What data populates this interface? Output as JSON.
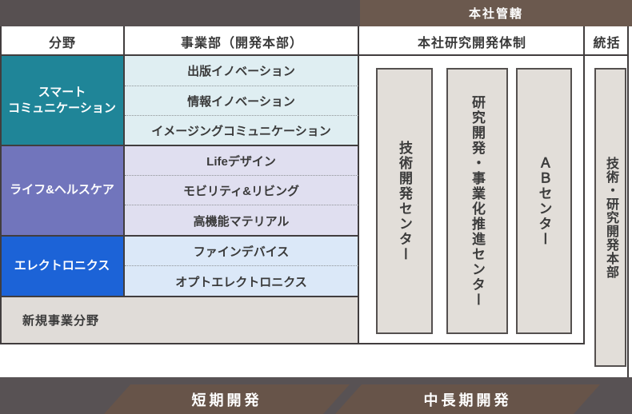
{
  "header_bar": {
    "right_label": "本社管轄"
  },
  "table": {
    "col_headers": [
      "分野",
      "事業部（開発本部）",
      "本社研究開発体制",
      "統括"
    ],
    "sections": [
      {
        "name": "スマートコミュニケーション",
        "display": "スマート\nコミュニケーション",
        "color": "#1f8598",
        "row_bg": "#dfeef2",
        "rows": [
          "出版イノベーション",
          "情報イノベーション",
          "イメージングコミュニケーション"
        ]
      },
      {
        "name": "ライフ&ヘルスケア",
        "display": "ライフ&ヘルスケア",
        "color": "#7175bc",
        "row_bg": "#e0dff0",
        "rows": [
          "Lifeデザイン",
          "モビリティ&リビング",
          "高機能マテリアル"
        ]
      },
      {
        "name": "エレクトロニクス",
        "display": "エレクトロニクス",
        "color": "#1c63d7",
        "row_bg": "#dbe8f8",
        "rows": [
          "ファインデバイス",
          "オプトエレクトロニクス"
        ]
      }
    ],
    "new_business_label": "新規事業分野",
    "centers": [
      "技術開発センター",
      "研究開発・事業化推進センター",
      "ＡＢセンター"
    ],
    "control_division": "技術・研究開発本部"
  },
  "bottom_bar": {
    "short_term": "短期開発",
    "mid_long_term": "中長期開発"
  },
  "colors": {
    "top_bar_left": "#575051",
    "top_bar_right": "#6b594e",
    "border": "#413d3e",
    "teal": "#1f8598",
    "purple": "#7175bc",
    "blue": "#1c63d7",
    "neutral_fill": "#e2ded9",
    "bottom_bar": "#585254",
    "band_brown": "#675449"
  }
}
